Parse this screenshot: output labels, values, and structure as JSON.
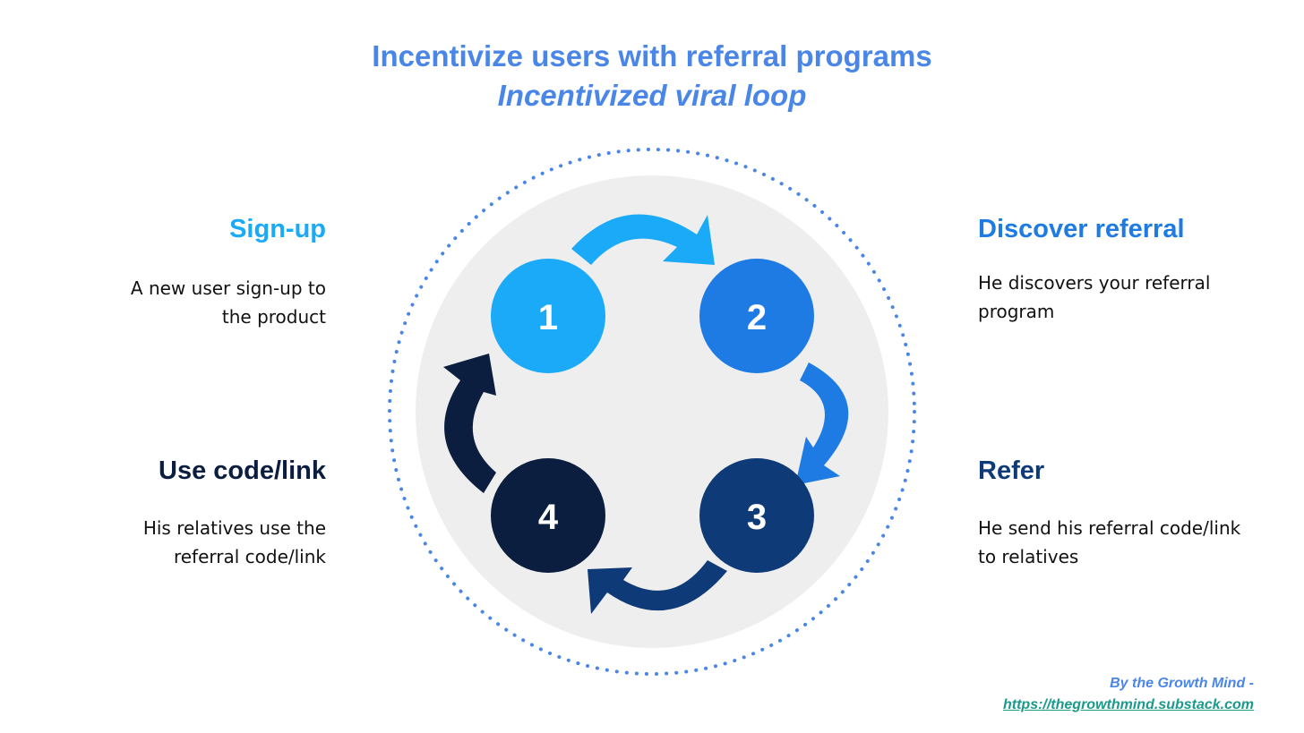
{
  "title": "Incentivize users with referral programs",
  "subtitle": "Incentivized viral loop",
  "colors": {
    "title": "#4a86e8",
    "step1": "#1aaaf7",
    "step2": "#1e7be3",
    "step3": "#0e3a78",
    "step4": "#0b1e3f",
    "ring_dots": "#4a86e8",
    "disk": "#eeeeee"
  },
  "steps": [
    {
      "number": "1",
      "title": "Sign-up",
      "description": "A new user sign-up to the product"
    },
    {
      "number": "2",
      "title": "Discover referral",
      "description": "He discovers your referral program"
    },
    {
      "number": "3",
      "title": "Refer",
      "description": "He send his referral code/link to relatives"
    },
    {
      "number": "4",
      "title": "Use code/link",
      "description": "His relatives use the referral code/link"
    }
  ],
  "credit": {
    "by": "By the Growth Mind -",
    "link": "https://thegrowthmind.substack.com"
  }
}
